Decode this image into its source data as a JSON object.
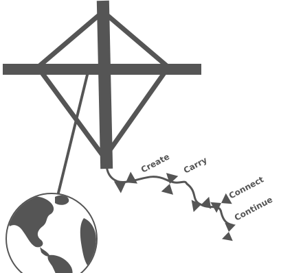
{
  "diagram": {
    "tail_labels": [
      "Create",
      "Carry",
      "Connect",
      "Continue"
    ],
    "colors": {
      "ink": "#555555",
      "background": "#ffffff"
    },
    "icons": {
      "kite": "kite-icon",
      "globe": "globe-icon",
      "bow": "bow-tie-icon"
    }
  }
}
